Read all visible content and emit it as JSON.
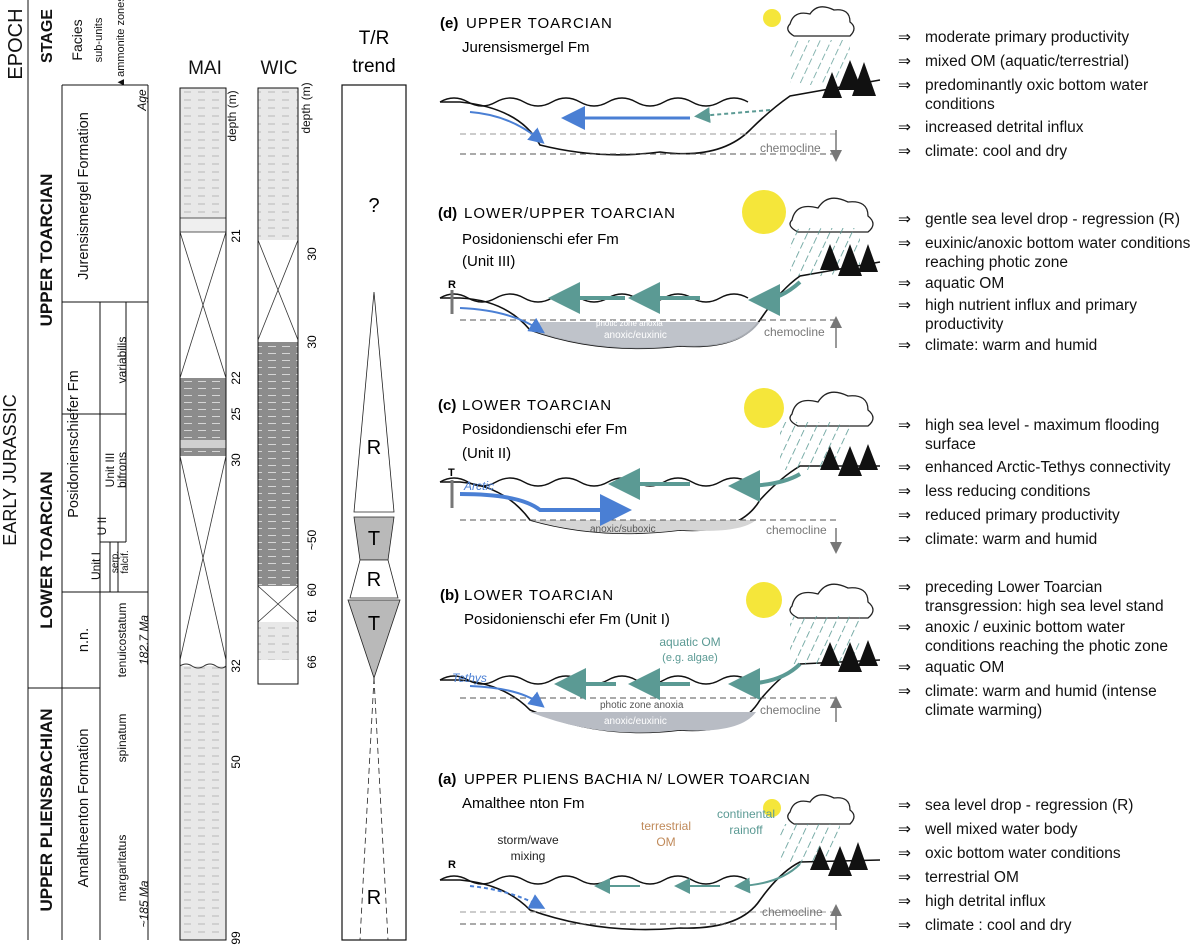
{
  "stratigraphy": {
    "header": {
      "epoch": "EPOCH",
      "stage": "STAGE",
      "facies": "Facies",
      "sub_units": "sub-units",
      "ammonite_zones": "▲ammonite zones",
      "age": "Age"
    },
    "epoch_label": "EARLY  JURASSIC",
    "stages": [
      "UPPER TOARCIAN",
      "LOWER TOARCIAN",
      "UPPER PLIENSBACHIAN"
    ],
    "formations": [
      "Jurensismergel Formation",
      "Posidonienschiefer Fm",
      "n.n.",
      "Amaltheenton Formation"
    ],
    "units": [
      "Unit III",
      "U II",
      "Unit I"
    ],
    "zones": [
      "variabilis",
      "bifrons",
      "falcif.",
      "serp.",
      "tenuicostatum",
      "spinatum",
      "margaritatus"
    ],
    "ages": [
      "182.7 Ma",
      "~185 Ma"
    ]
  },
  "logs": {
    "mai": {
      "title": "MAI",
      "depth_label": "depth (m)",
      "depths": [
        "21",
        "22",
        "25",
        "30",
        "32",
        "50",
        "99"
      ]
    },
    "wic": {
      "title": "WIC",
      "depth_label": "depth (m)",
      "depths": [
        "30",
        "30",
        "~50",
        "60",
        "61",
        "66"
      ]
    }
  },
  "tr_trend": {
    "title_line1": "T/R",
    "title_line2": "trend",
    "unknown": "?",
    "labels": [
      "R",
      "T",
      "R",
      "T",
      "R"
    ]
  },
  "panels": [
    {
      "letter": "(e)",
      "title": "UPPER TOARCIAN",
      "subtitle": [
        "Jurensismergel Fm"
      ],
      "chemocline": "chemocline",
      "bullets": [
        "moderate primary productivity",
        "mixed OM (aquatic/terrestrial)",
        "predominantly oxic bottom water conditions",
        "increased detrital influx",
        "climate: cool and dry"
      ]
    },
    {
      "letter": "(d)",
      "title": "LOWER/UPPER TOARCIAN",
      "subtitle": [
        "Posidonienschi efer Fm",
        "(Unit III)"
      ],
      "trend_marker": "R",
      "photic_label": "photic zone anoxia",
      "basin_label": "anoxic/euxinic",
      "chemocline": "chemocline",
      "bullets": [
        "gentle sea level drop - regression (R)",
        "euxinic/anoxic bottom water conditions reaching photic zone",
        "aquatic OM",
        "high nutrient influx and primary productivity",
        "climate: warm and humid"
      ]
    },
    {
      "letter": "(c)",
      "title": "LOWER TOARCIAN",
      "subtitle": [
        "Posidondienschi efer Fm",
        "(Unit II)"
      ],
      "trend_marker": "T",
      "inflow_label": "Arctic",
      "basin_label": "anoxic/suboxic",
      "chemocline": "chemocline",
      "bullets": [
        "high sea level - maximum flooding surface",
        "enhanced Arctic-Tethys connectivity",
        "less reducing conditions",
        "reduced primary productivity",
        "climate: warm and humid"
      ]
    },
    {
      "letter": "(b)",
      "title": "LOWER TOARCIAN",
      "subtitle": [
        "Posidonienschi efer Fm (Unit I)"
      ],
      "inflow_label": "Tethys",
      "om_label": [
        "aquatic OM",
        "(e.g. algae)"
      ],
      "photic_label": "photic zone anoxia",
      "basin_label": "anoxic/euxinic",
      "chemocline": "chemocline",
      "bullets": [
        "preceding Lower Toarcian transgression: high sea level stand",
        "anoxic / euxinic bottom water conditions reaching the photic zone",
        "aquatic OM",
        "climate: warm and humid (intense climate warming)"
      ]
    },
    {
      "letter": "(a)",
      "title": "UPPER PLIENS BACHIA N/  LOWER TOARCIAN",
      "subtitle": [
        "Amalthee nton Fm"
      ],
      "trend_marker": "R",
      "mixing_label": [
        "storm/wave",
        "mixing"
      ],
      "terr_label": [
        "terrestrial",
        "OM"
      ],
      "rain_label": [
        "continental",
        "rainoff"
      ],
      "chemocline": "chemocline",
      "bullets": [
        "sea level drop - regression (R)",
        "well mixed water body",
        "oxic bottom water conditions",
        "terrestrial OM",
        "high detrital influx",
        "climate : cool and dry"
      ]
    }
  ],
  "bullet_symbol": "⇒",
  "colors": {
    "blue": "#4a7fd4",
    "teal": "#5b9a94",
    "sun": "#f5e63a",
    "anoxic_fill": "#b8bcc4",
    "shale": "#8a8a8a",
    "marl": "#e6e6e6"
  }
}
